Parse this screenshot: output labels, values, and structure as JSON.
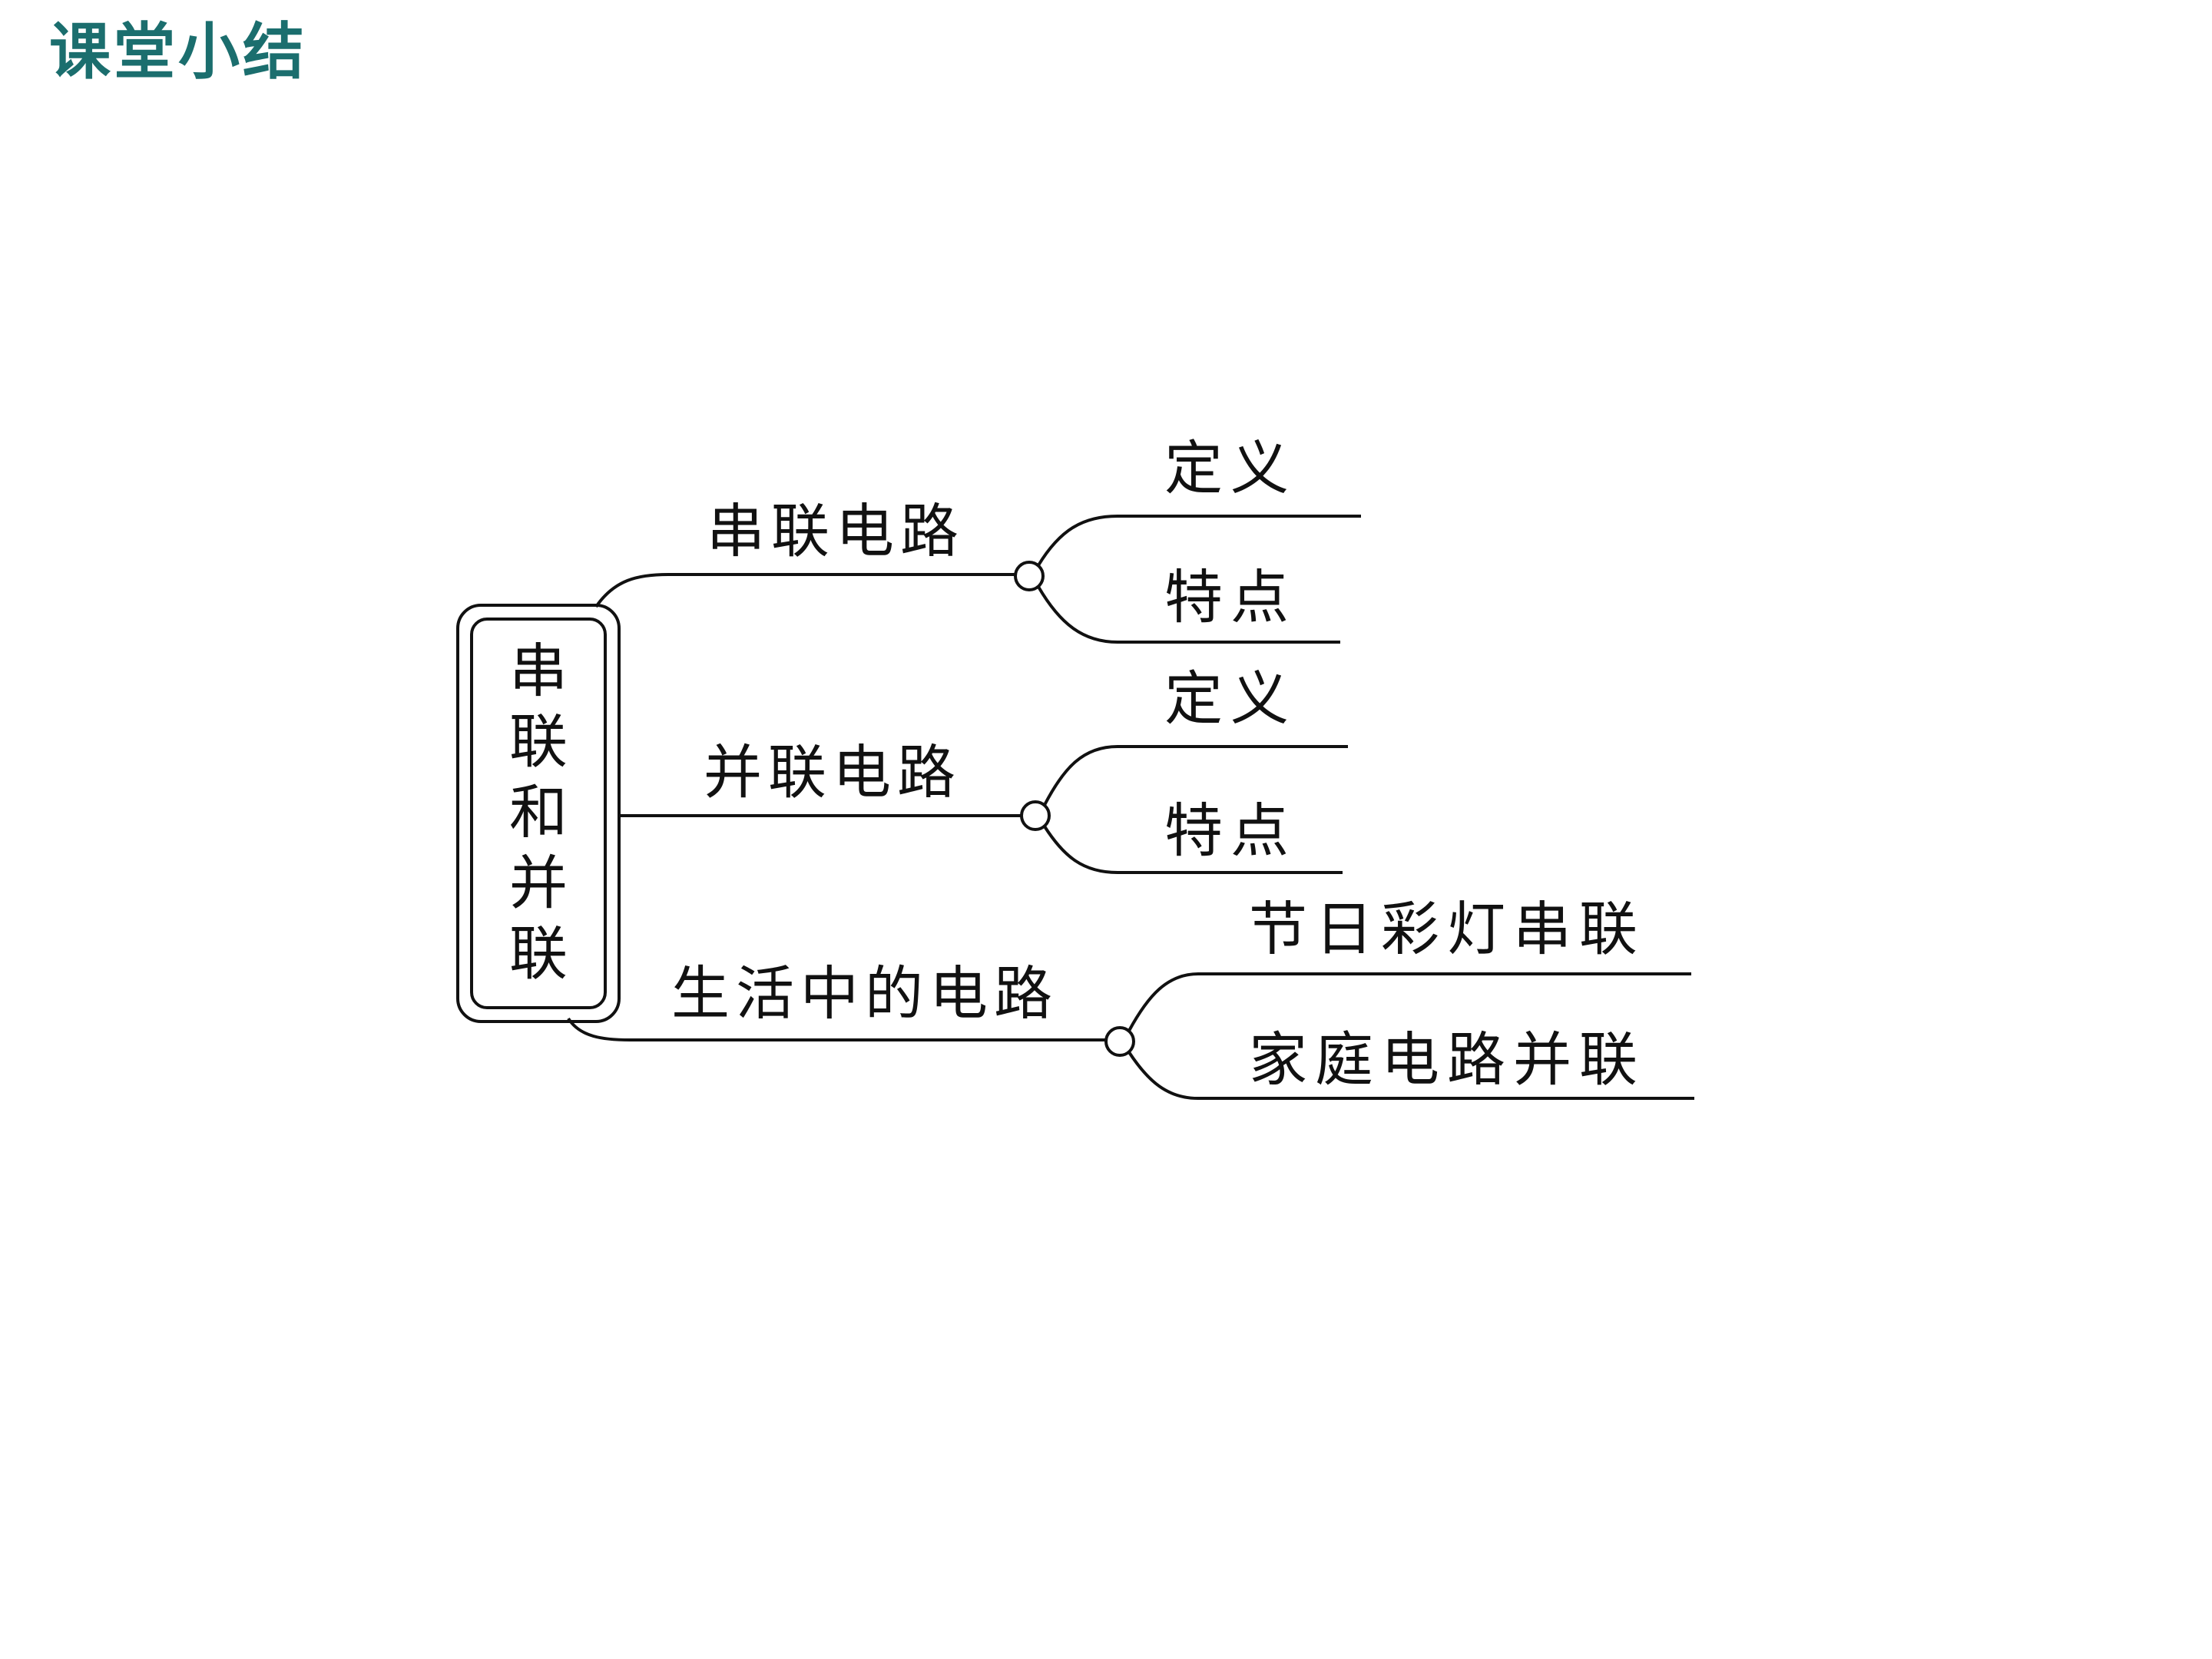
{
  "slide": {
    "title": "课堂小结",
    "title_color": "#1b6e6e"
  },
  "mindmap": {
    "root": {
      "label": "串联和并联",
      "chars": [
        "串",
        "联",
        "和",
        "并",
        "联"
      ]
    },
    "branches": [
      {
        "label": "串联电路",
        "children": [
          "定义",
          "特点"
        ]
      },
      {
        "label": "并联电路",
        "children": [
          "定义",
          "特点"
        ]
      },
      {
        "label": "生活中的电路",
        "children": [
          "节日彩灯串联",
          "家庭电路并联"
        ]
      }
    ]
  }
}
